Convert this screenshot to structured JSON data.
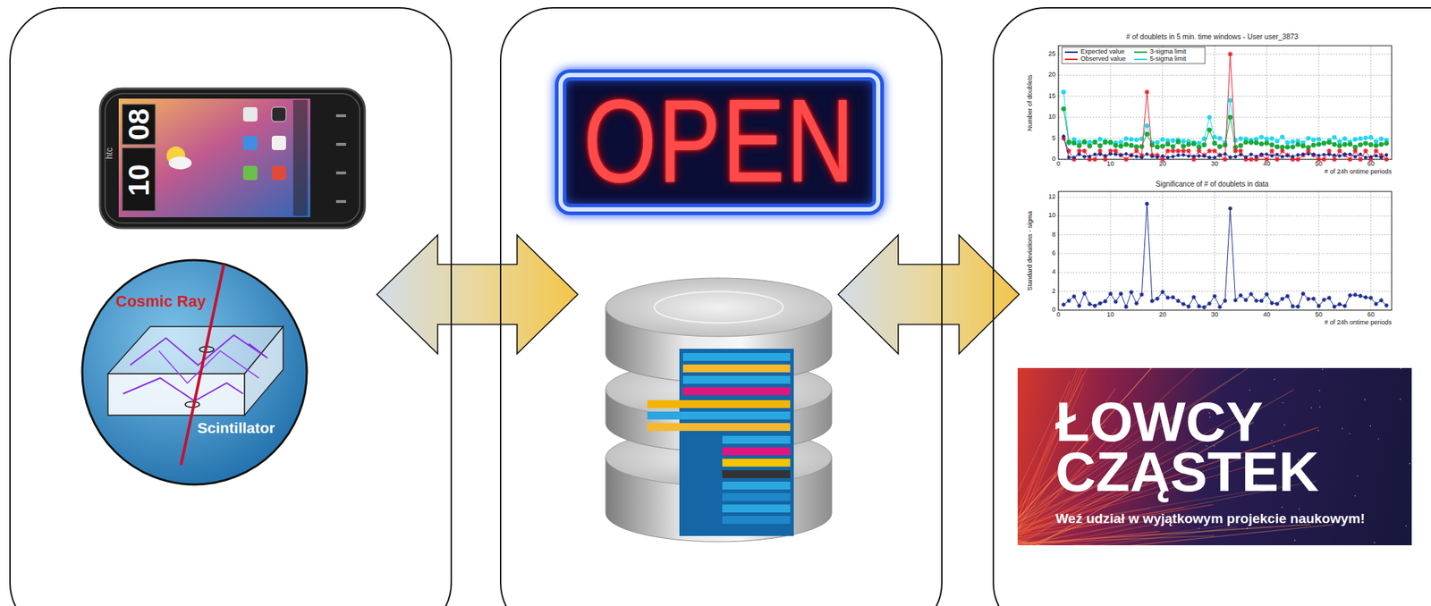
{
  "diagram": {
    "nodes": [
      {
        "text": []
      },
      {
        "text": [
          "Cosmic Ray",
          "Scintillator"
        ],
        "in": 0
      },
      {
        "text": []
      },
      {
        "text": [
          "OPEN"
        ],
        "in": 2
      },
      {
        "text": []
      },
      {
        "text": [
          "# of doublets in 5 min. time windows - User user_3873"
        ],
        "in": 4
      },
      {
        "text": [
          "Significance of # of doublets in data"
        ],
        "in": 4
      },
      {
        "text": [
          "ŁOWCY CZĄSTEK",
          "Weź udział w wyjątkowym projekcie naukowym!"
        ],
        "in": 4
      }
    ],
    "edges": [
      {
        "from": 0,
        "to": 2,
        "arrow": "both"
      },
      {
        "from": 2,
        "to": 4,
        "arrow": "both"
      }
    ],
    "labels": [
      "htc",
      "10",
      "08",
      "Number of doublets",
      "0",
      "5",
      "10",
      "15",
      "20",
      "25",
      "0",
      "10",
      "20",
      "30",
      "40",
      "50",
      "60",
      "# of 24h ontime periods",
      "Standard deviations - sigma",
      "0",
      "2",
      "4",
      "6",
      "8",
      "10",
      "12",
      "0",
      "10",
      "20",
      "30",
      "40",
      "50",
      "60",
      "# of 24h ontime periods"
    ],
    "legend": [
      {
        "text": "Expected value",
        "color": "#1a2a8c"
      },
      {
        "text": "Observed value",
        "color": "#e8202a"
      },
      {
        "text": "3-sigma limit",
        "color": "#1aa83a"
      },
      {
        "text": "5-sigma limit",
        "color": "#22d8ee"
      }
    ]
  }
}
